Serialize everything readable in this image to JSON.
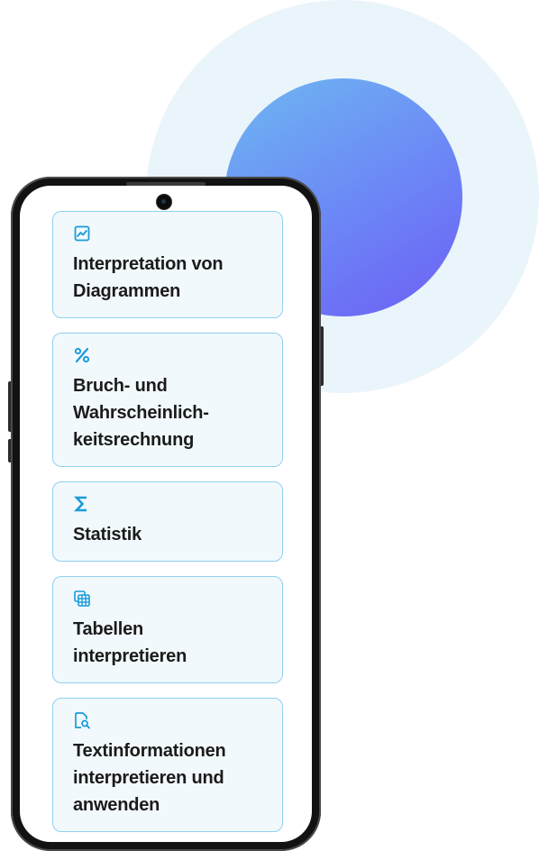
{
  "cards": [
    {
      "icon": "chart-icon",
      "lines": [
        "Interpretation von",
        "Diagrammen"
      ]
    },
    {
      "icon": "percent-icon",
      "lines": [
        "Bruch- und",
        "Wahrscheinlich-",
        "keitsrechnung"
      ]
    },
    {
      "icon": "sigma-icon",
      "lines": [
        "Statistik"
      ]
    },
    {
      "icon": "table-icon",
      "lines": [
        "Tabellen",
        "interpretieren"
      ]
    },
    {
      "icon": "document-search-icon",
      "lines": [
        "Textinformationen",
        "interpretieren und",
        "anwenden"
      ]
    }
  ],
  "colors": {
    "accent": "#1a9bd7",
    "card_border": "#8fd0ee",
    "card_bg": "#f2f9fd",
    "orb_start": "#6eb8f1",
    "orb_end": "#6d5ff4",
    "halo": "#eaf4fb"
  }
}
